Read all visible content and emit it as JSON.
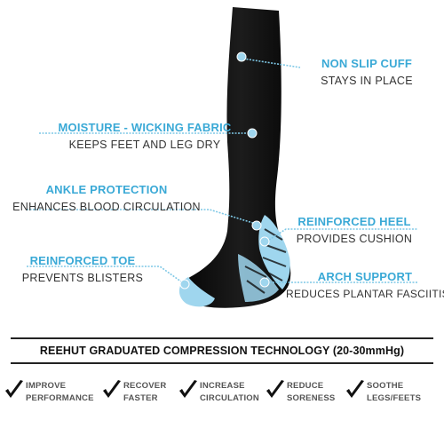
{
  "colors": {
    "accent": "#3aa9d6",
    "sock": "#111111",
    "sock_panel": "#9fd6ee",
    "text_dark": "#333333"
  },
  "callouts": [
    {
      "title": "NON SLIP CUFF",
      "subtitle": "STAYS IN PLACE"
    },
    {
      "title": "MOISTURE - WICKING FABRIC",
      "subtitle": "KEEPS FEET AND LEG DRY"
    },
    {
      "title": "ANKLE PROTECTION",
      "subtitle": "ENHANCES BLOOD CIRCULATION"
    },
    {
      "title": "REINFORCED HEEL",
      "subtitle": "PROVIDES CUSHION"
    },
    {
      "title": "REINFORCED TOE",
      "subtitle": "PREVENTS BLISTERS"
    },
    {
      "title": "ARCH SUPPORT",
      "subtitle": "REDUCES PLANTAR FASCIITIS"
    }
  ],
  "technology_title": "REEHUT GRADUATED COMPRESSION TECHNOLOGY (20-30mmHg)",
  "benefits": [
    {
      "line1": "IMPROVE",
      "line2": "PERFORMANCE",
      "icon": "checkmark-icon"
    },
    {
      "line1": "RECOVER",
      "line2": "FASTER",
      "icon": "checkmark-icon"
    },
    {
      "line1": "INCREASE",
      "line2": "CIRCULATION",
      "icon": "checkmark-icon"
    },
    {
      "line1": "REDUCE",
      "line2": "SORENESS",
      "icon": "checkmark-icon"
    },
    {
      "line1": "SOOTHE",
      "line2": "LEGS/FEETS",
      "icon": "checkmark-icon"
    }
  ]
}
